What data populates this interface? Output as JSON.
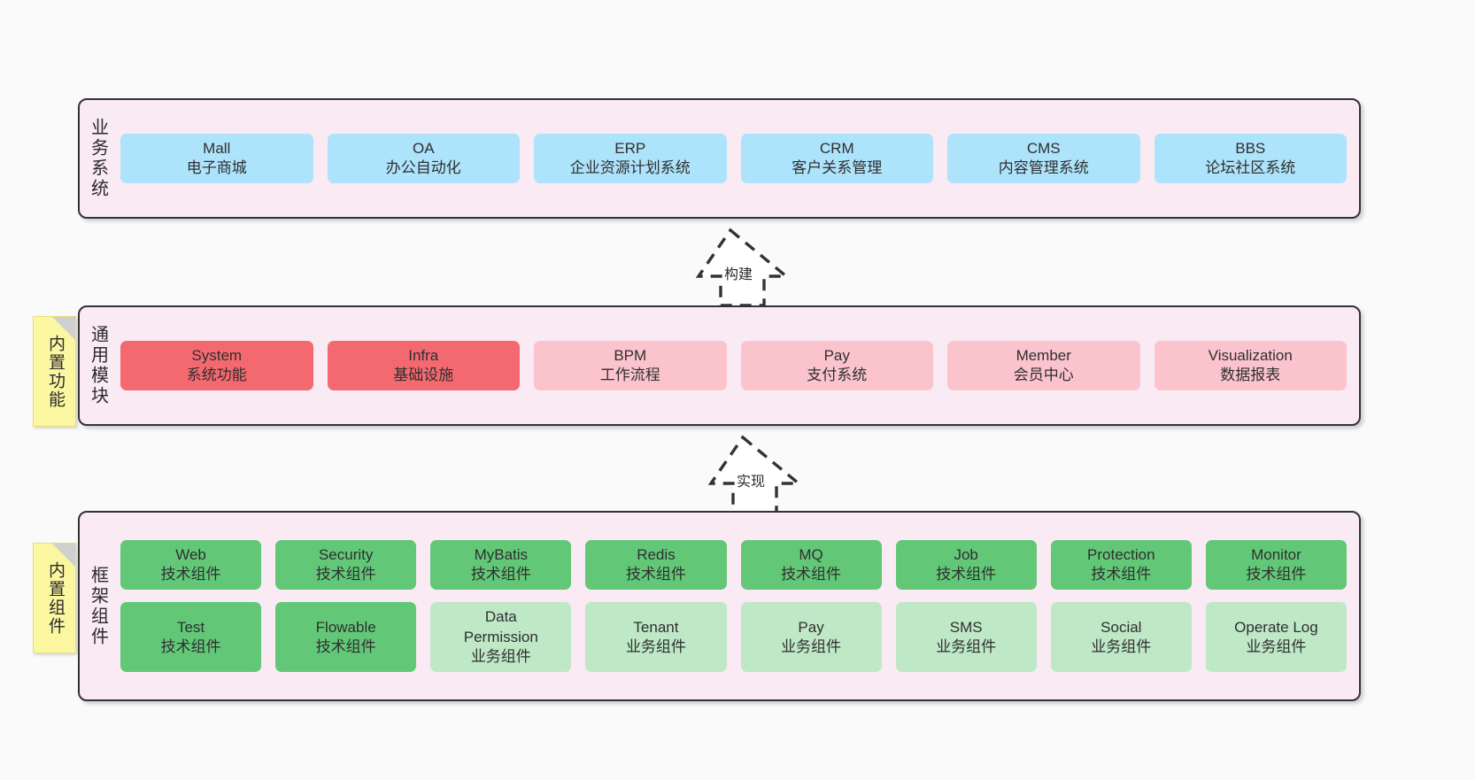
{
  "diagram": {
    "title_layers": [
      "业务系统",
      "通用模块",
      "框架组件"
    ],
    "badge_builtin_function": "内置功能",
    "badge_builtin_component": "内置组件",
    "arrow_build_label": "构建",
    "arrow_implement_label": "实现",
    "colors": {
      "canvas": "#fafafa",
      "band_fill": "#f9eaf4",
      "band_border": "#333333",
      "business_card": "#ade3fb",
      "core_card": "#f4696f",
      "module_card": "#fbc4cd",
      "tech_card": "#62c878",
      "biz_component_card": "#bfe8c7",
      "sticky": "#fbf6a0",
      "sticky_fold": "#cfcfcf",
      "text": "#2f2f2f"
    }
  },
  "business_layer": {
    "label": "业务系统",
    "cards": [
      {
        "en": "Mall",
        "cn": "电子商城"
      },
      {
        "en": "OA",
        "cn": "办公自动化"
      },
      {
        "en": "ERP",
        "cn": "企业资源计划系统"
      },
      {
        "en": "CRM",
        "cn": "客户关系管理"
      },
      {
        "en": "CMS",
        "cn": "内容管理系统"
      },
      {
        "en": "BBS",
        "cn": "论坛社区系统"
      }
    ]
  },
  "module_layer": {
    "label": "通用模块",
    "badge": "内置功能",
    "cards": [
      {
        "en": "System",
        "cn": "系统功能",
        "tone": "core"
      },
      {
        "en": "Infra",
        "cn": "基础设施",
        "tone": "core"
      },
      {
        "en": "BPM",
        "cn": "工作流程",
        "tone": "module"
      },
      {
        "en": "Pay",
        "cn": "支付系统",
        "tone": "module"
      },
      {
        "en": "Member",
        "cn": "会员中心",
        "tone": "module"
      },
      {
        "en": "Visualization",
        "cn": "数据报表",
        "tone": "module"
      }
    ]
  },
  "framework_layer": {
    "label": "框架组件",
    "badge": "内置组件",
    "row1": [
      {
        "en": "Web",
        "cn": "技术组件",
        "tone": "tech"
      },
      {
        "en": "Security",
        "cn": "技术组件",
        "tone": "tech"
      },
      {
        "en": "MyBatis",
        "cn": "技术组件",
        "tone": "tech"
      },
      {
        "en": "Redis",
        "cn": "技术组件",
        "tone": "tech"
      },
      {
        "en": "MQ",
        "cn": "技术组件",
        "tone": "tech"
      },
      {
        "en": "Job",
        "cn": "技术组件",
        "tone": "tech"
      },
      {
        "en": "Protection",
        "cn": "技术组件",
        "tone": "tech"
      },
      {
        "en": "Monitor",
        "cn": "技术组件",
        "tone": "tech"
      }
    ],
    "row2": [
      {
        "en": "Test",
        "cn": "技术组件",
        "tone": "tech"
      },
      {
        "en": "Flowable",
        "cn": "技术组件",
        "tone": "tech"
      },
      {
        "en": "Data\nPermission",
        "cn": "业务组件",
        "tone": "biz"
      },
      {
        "en": "Tenant",
        "cn": "业务组件",
        "tone": "biz"
      },
      {
        "en": "Pay",
        "cn": "业务组件",
        "tone": "biz"
      },
      {
        "en": "SMS",
        "cn": "业务组件",
        "tone": "biz"
      },
      {
        "en": "Social",
        "cn": "业务组件",
        "tone": "biz"
      },
      {
        "en": "Operate Log",
        "cn": "业务组件",
        "tone": "biz"
      }
    ]
  },
  "connectors": [
    {
      "label": "构建",
      "from": "module_layer",
      "to": "business_layer"
    },
    {
      "label": "实现",
      "from": "framework_layer",
      "to": "module_layer"
    }
  ]
}
